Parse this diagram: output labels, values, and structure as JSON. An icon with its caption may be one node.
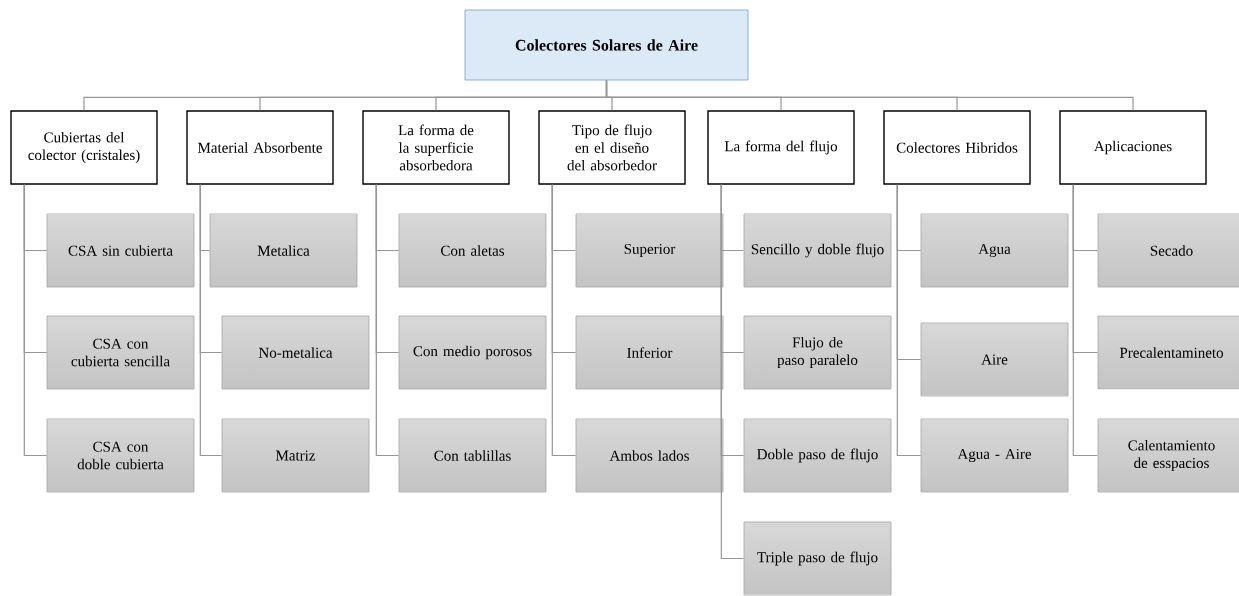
{
  "diagram": {
    "nodes": [
      {
        "text": [
          "Colectores Solares de Aire"
        ]
      },
      {
        "text": [
          "Cubiertas del colector (cristales)"
        ]
      },
      {
        "text": [
          "Material Absorbente"
        ]
      },
      {
        "text": [
          "La forma de la superficie absorbedora"
        ]
      },
      {
        "text": [
          "Tipo de flujo en el diseño del absorbedor"
        ]
      },
      {
        "text": [
          "La forma del flujo"
        ]
      },
      {
        "text": [
          "Colectores Hibridos"
        ]
      },
      {
        "text": [
          "Aplicaciones"
        ]
      },
      {
        "text": [
          "CSA sin cubierta"
        ]
      },
      {
        "text": [
          "CSA con cubierta sencilla"
        ]
      },
      {
        "text": [
          "CSA con doble cubierta"
        ]
      },
      {
        "text": [
          "Metalica"
        ]
      },
      {
        "text": [
          "No-metalica"
        ]
      },
      {
        "text": [
          "Matriz"
        ]
      },
      {
        "text": [
          "Con aletas"
        ]
      },
      {
        "text": [
          "Con medio porosos"
        ]
      },
      {
        "text": [
          "Con tablillas"
        ]
      },
      {
        "text": [
          "Superior"
        ]
      },
      {
        "text": [
          "Inferior"
        ]
      },
      {
        "text": [
          "Ambos lados"
        ]
      },
      {
        "text": [
          "Sencillo y doble flujo"
        ]
      },
      {
        "text": [
          "Flujo de paso paralelo"
        ]
      },
      {
        "text": [
          "Doble paso de flujo"
        ]
      },
      {
        "text": [
          "Triple paso de flujo"
        ]
      },
      {
        "text": [
          "Agua"
        ]
      },
      {
        "text": [
          "Aire"
        ]
      },
      {
        "text": [
          "Agua - Aire"
        ]
      },
      {
        "text": [
          "Secado"
        ]
      },
      {
        "text": [
          "Precalentamineto"
        ]
      },
      {
        "text": [
          "Calentamiento de esspacios"
        ]
      }
    ],
    "edges": [
      {
        "from": 0,
        "to": 1,
        "arrow": "none"
      },
      {
        "from": 0,
        "to": 2,
        "arrow": "none"
      },
      {
        "from": 0,
        "to": 3,
        "arrow": "none"
      },
      {
        "from": 0,
        "to": 4,
        "arrow": "none"
      },
      {
        "from": 0,
        "to": 5,
        "arrow": "none"
      },
      {
        "from": 0,
        "to": 6,
        "arrow": "none"
      },
      {
        "from": 0,
        "to": 7,
        "arrow": "none"
      },
      {
        "from": 1,
        "to": 8,
        "arrow": "none"
      },
      {
        "from": 1,
        "to": 9,
        "arrow": "none"
      },
      {
        "from": 1,
        "to": 10,
        "arrow": "none"
      },
      {
        "from": 2,
        "to": 11,
        "arrow": "none"
      },
      {
        "from": 2,
        "to": 12,
        "arrow": "none"
      },
      {
        "from": 2,
        "to": 13,
        "arrow": "none"
      },
      {
        "from": 3,
        "to": 14,
        "arrow": "none"
      },
      {
        "from": 3,
        "to": 15,
        "arrow": "none"
      },
      {
        "from": 3,
        "to": 16,
        "arrow": "none"
      },
      {
        "from": 4,
        "to": 17,
        "arrow": "none"
      },
      {
        "from": 4,
        "to": 18,
        "arrow": "none"
      },
      {
        "from": 4,
        "to": 19,
        "arrow": "none"
      },
      {
        "from": 5,
        "to": 20,
        "arrow": "none"
      },
      {
        "from": 5,
        "to": 21,
        "arrow": "none"
      },
      {
        "from": 5,
        "to": 22,
        "arrow": "none"
      },
      {
        "from": 5,
        "to": 23,
        "arrow": "none"
      },
      {
        "from": 6,
        "to": 24,
        "arrow": "none"
      },
      {
        "from": 6,
        "to": 25,
        "arrow": "none"
      },
      {
        "from": 6,
        "to": 26,
        "arrow": "none"
      },
      {
        "from": 7,
        "to": 27,
        "arrow": "none"
      },
      {
        "from": 7,
        "to": 28,
        "arrow": "none"
      },
      {
        "from": 7,
        "to": 29,
        "arrow": "none"
      }
    ]
  }
}
